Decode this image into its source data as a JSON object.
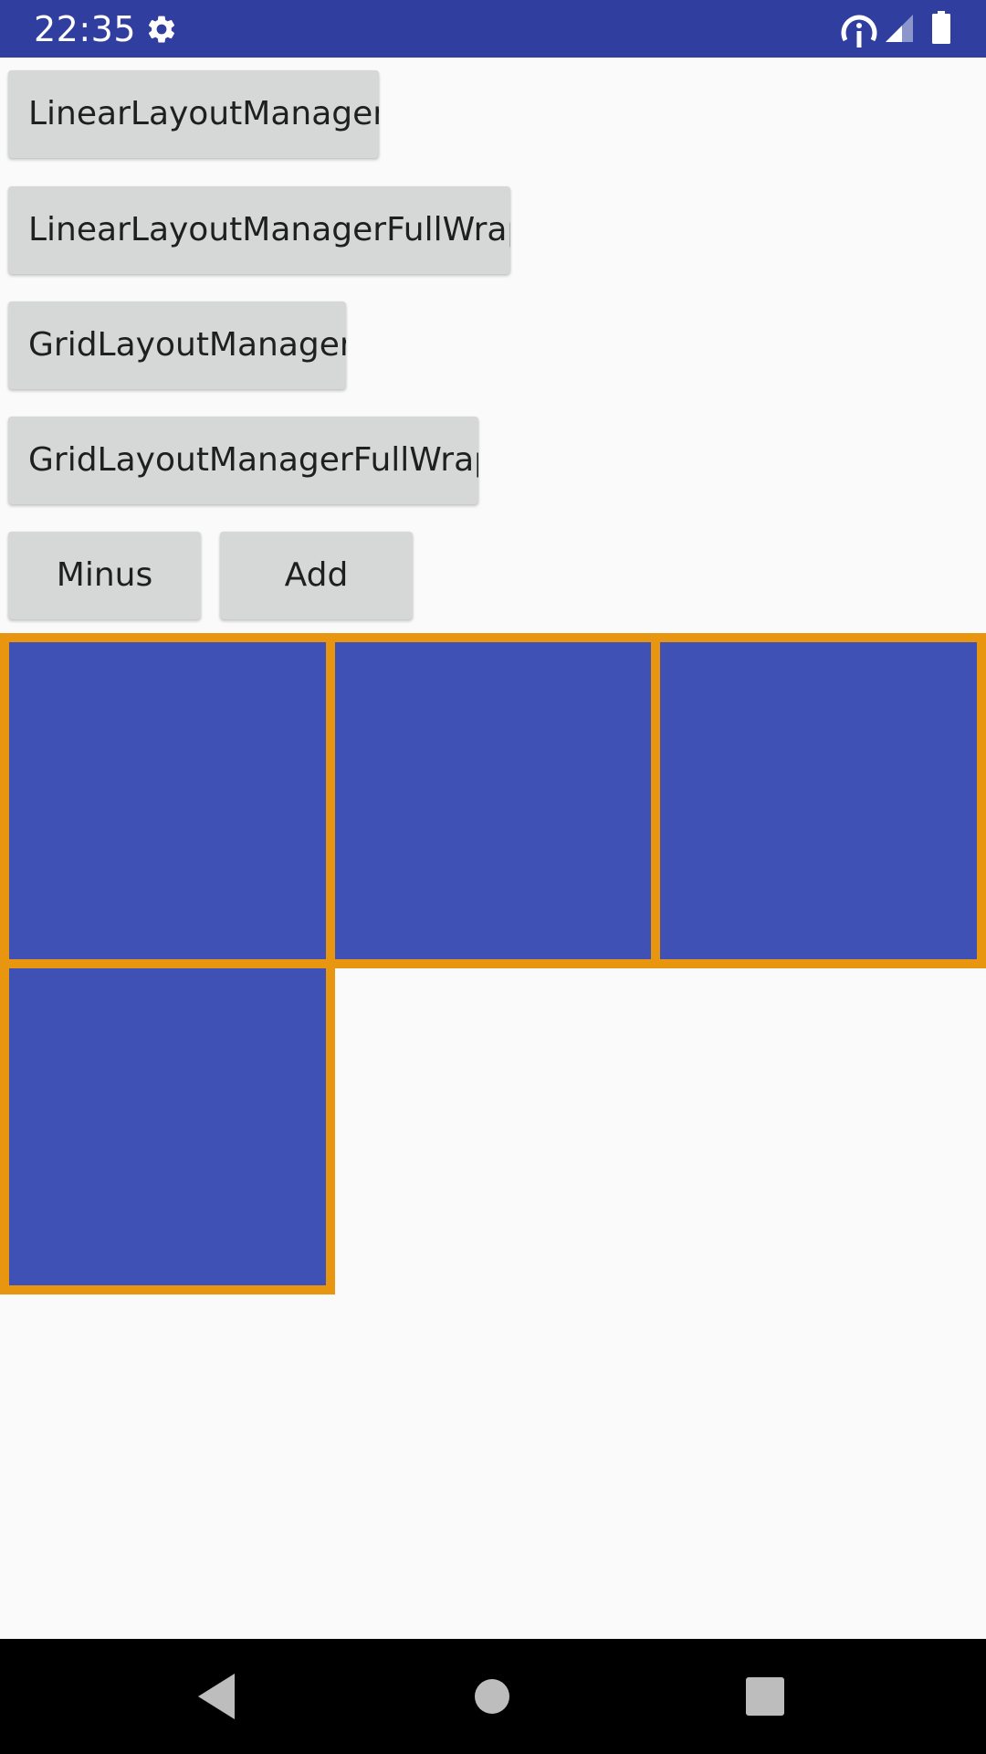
{
  "status_bar": {
    "time": "22:35",
    "icons": [
      "settings-icon",
      "data-saver-icon",
      "signal-icon",
      "battery-icon"
    ],
    "color": "#303F9F"
  },
  "buttons": {
    "linear": "LinearLayoutManager",
    "linear_full_wrap": "LinearLayoutManagerFullWrap",
    "grid": "GridLayoutManager",
    "grid_full_wrap": "GridLayoutManagerFullWrap",
    "minus": "Minus",
    "add": "Add"
  },
  "grid": {
    "item_count": 4,
    "columns": 3,
    "item_color": "#3F51B5",
    "border_color": "#E8960F"
  },
  "nav_bar": {
    "icons": [
      "back-icon",
      "home-icon",
      "recents-icon"
    ]
  }
}
